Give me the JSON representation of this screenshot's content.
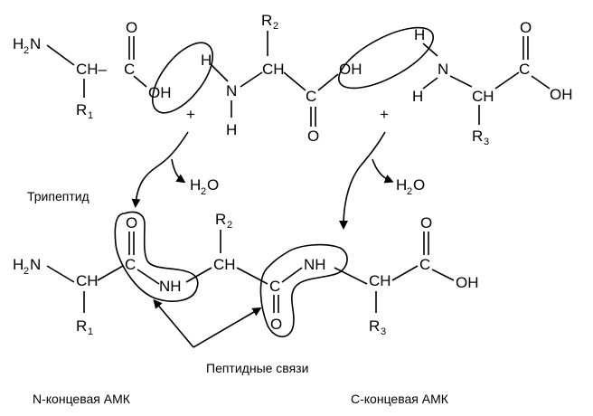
{
  "atoms": {
    "H": "H",
    "N": "N",
    "O": "O",
    "OH": "OH",
    "NH": "NH",
    "CH": "CH",
    "C": "C",
    "CHdash": "CH–",
    "H2N_H": "H",
    "H2N_N": "N",
    "R": "R",
    "sub1": "1",
    "sub2": "2",
    "sub3": "3",
    "H2O_H": "H",
    "H2O_2": "2",
    "H2O_O": "O",
    "plus": "+"
  },
  "labels": {
    "tripeptide": "Трипептид",
    "peptide_bonds": "Пептидные связи",
    "n_terminal": "N-концевая АМК",
    "c_terminal": "С-концевая АМК"
  }
}
